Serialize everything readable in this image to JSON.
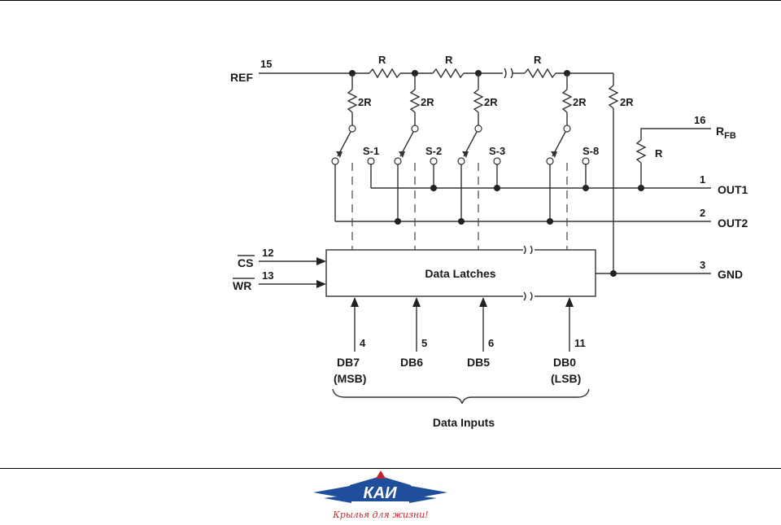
{
  "diagram": {
    "pins": {
      "ref": {
        "number": "15",
        "name": "REF"
      },
      "rfb": {
        "number": "16",
        "name": "R",
        "subscript": "FB"
      },
      "out1": {
        "number": "1",
        "name": "OUT1"
      },
      "out2": {
        "number": "2",
        "name": "OUT2"
      },
      "gnd": {
        "number": "3",
        "name": "GND"
      },
      "cs": {
        "number": "12",
        "name": "CS"
      },
      "wr": {
        "number": "13",
        "name": "WR"
      }
    },
    "ladder": {
      "series_resistors": [
        "R",
        "R",
        "R"
      ],
      "shunt_resistors": [
        "2R",
        "2R",
        "2R",
        "2R",
        "2R"
      ],
      "feedback_resistor": "R"
    },
    "switches": [
      "S-1",
      "S-2",
      "S-3",
      "S-8"
    ],
    "latch_label": "Data Latches",
    "data_inputs": [
      {
        "pin": "4",
        "name": "DB7",
        "note": "(MSB)"
      },
      {
        "pin": "5",
        "name": "DB6",
        "note": ""
      },
      {
        "pin": "6",
        "name": "DB5",
        "note": ""
      },
      {
        "pin": "11",
        "name": "DB0",
        "note": "(LSB)"
      }
    ],
    "data_inputs_label": "Data Inputs"
  },
  "logo": {
    "text": "КАИ",
    "slogan": "Крылья для жизни!",
    "colors": {
      "blue": "#1f4e9c",
      "red": "#c0272d"
    }
  }
}
